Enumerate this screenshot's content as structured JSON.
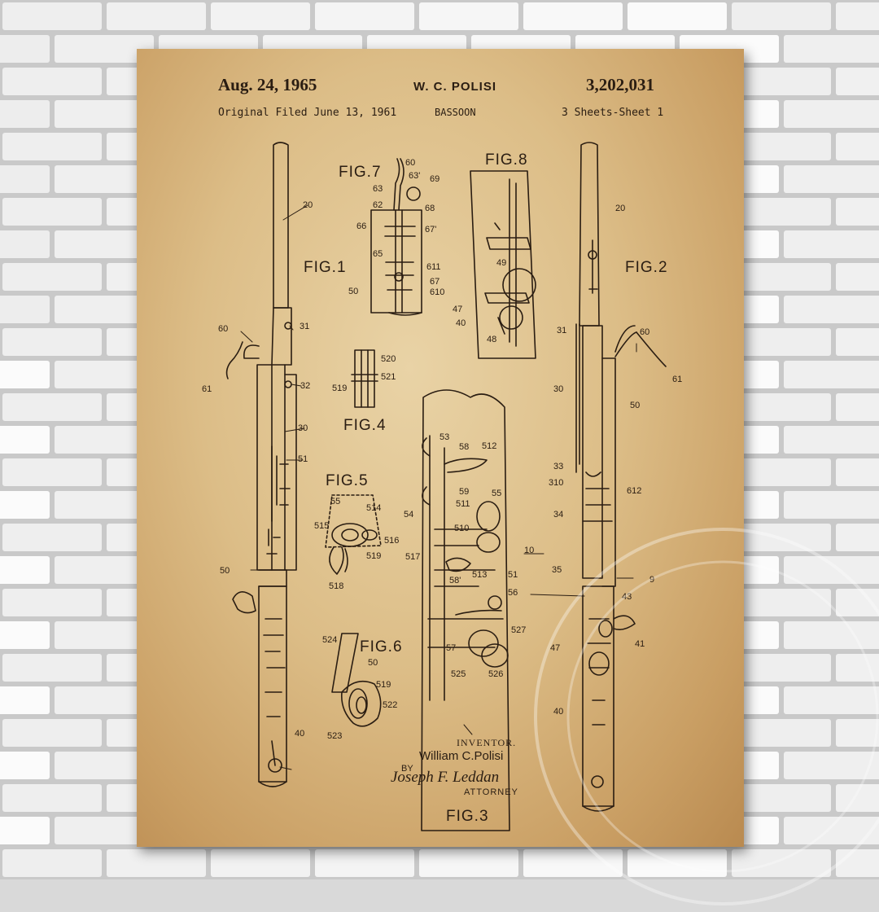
{
  "header": {
    "date": "Aug. 24, 1965",
    "inventor": "W. C. POLISI",
    "patent_number": "3,202,031",
    "filed": "Original Filed June 13, 1961",
    "title": "BASSOON",
    "sheets": "3 Sheets-Sheet 1"
  },
  "figures": {
    "fig1": "FIG.1",
    "fig2": "FIG.2",
    "fig3": "FIG.3",
    "fig4": "FIG.4",
    "fig5": "FIG.5",
    "fig6": "FIG.6",
    "fig7": "FIG.7",
    "fig8": "FIG.8"
  },
  "numerals": {
    "n20a": "20",
    "n60a": "60",
    "n31a": "31",
    "n61a": "61",
    "n32": "32",
    "n30a": "30",
    "n51a": "51",
    "n50a": "50",
    "n40a": "40",
    "n60b": "60",
    "n63p": "63'",
    "n69": "69",
    "n63": "63",
    "n62": "62",
    "n68": "68",
    "n66": "66",
    "n67p": "67'",
    "n65": "65",
    "n611": "611",
    "n67": "67",
    "n50b": "50",
    "n610": "610",
    "n49": "49",
    "n47a": "47",
    "n40b": "40",
    "n48": "48",
    "n520": "520",
    "n521": "521",
    "n519a": "519",
    "n55a": "55",
    "n514": "514",
    "n515": "515",
    "n516": "516",
    "n519b": "519",
    "n518": "518",
    "n524": "524",
    "n50c": "50",
    "n519c": "519",
    "n522": "522",
    "n523": "523",
    "n53": "53",
    "n58": "58",
    "n512": "512",
    "n59": "59",
    "n55b": "55",
    "n511": "511",
    "n54": "54",
    "n510": "510",
    "n517": "517",
    "n58p": "58'",
    "n513": "513",
    "n51b": "51",
    "n56": "56",
    "n527": "527",
    "n57": "57",
    "n525": "525",
    "n526": "526",
    "n20b": "20",
    "n31b": "31",
    "n60c": "60",
    "n61b": "61",
    "n30b": "30",
    "n50d": "50",
    "n33": "33",
    "n310": "310",
    "n612": "612",
    "n34": "34",
    "n10": "10",
    "n35": "35",
    "n9": "9",
    "n43": "43",
    "n47b": "47",
    "n41": "41",
    "n40c": "40"
  },
  "signature": {
    "inventor_label": "INVENTOR.",
    "inventor_name": "William C.Polisi",
    "by": "BY",
    "signature_text": "Joseph F. Leddan",
    "attorney": "ATTORNEY"
  },
  "colors": {
    "paper": "#dcbd87",
    "ink": "#2a1d12",
    "wall": "#f4f4f4",
    "mortar": "#c9c9c9"
  }
}
